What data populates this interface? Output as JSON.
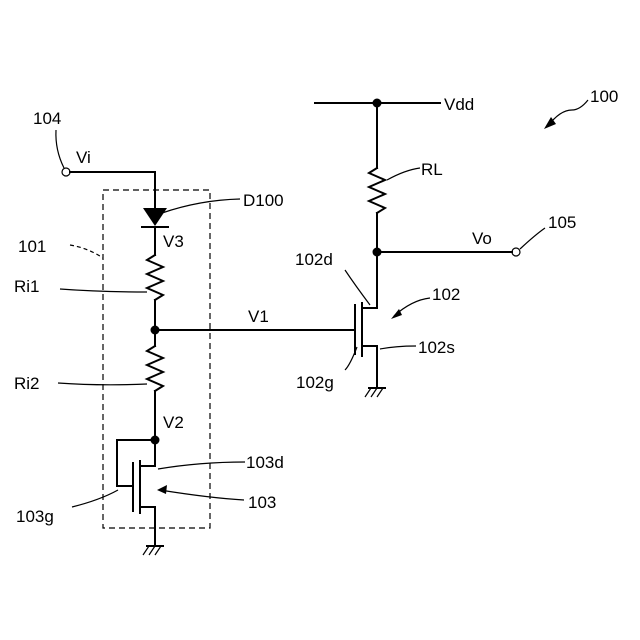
{
  "figure_ref": "100",
  "supply": {
    "label": "Vdd"
  },
  "input": {
    "ref": "104",
    "label": "Vi"
  },
  "output": {
    "ref": "105",
    "label": "Vo"
  },
  "diode": {
    "ref": "D100"
  },
  "block": {
    "ref": "101"
  },
  "resistors": {
    "ri1": "Ri1",
    "ri2": "Ri2",
    "rl": "RL"
  },
  "nodes": {
    "v1": "V1",
    "v2": "V2",
    "v3": "V3"
  },
  "transistor_102": {
    "ref": "102",
    "drain": "102d",
    "gate": "102g",
    "source": "102s"
  },
  "transistor_103": {
    "ref": "103",
    "drain": "103d",
    "gate": "103g"
  }
}
